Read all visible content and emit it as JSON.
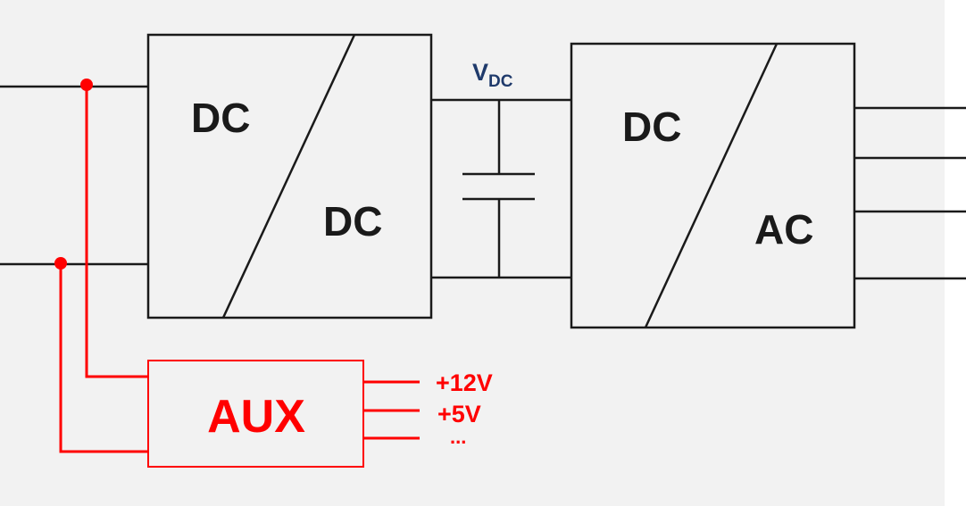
{
  "colors": {
    "background": "#f2f2f2",
    "page": "#ffffff",
    "wire": "#1a1a1a",
    "aux": "#ff0000",
    "vdc_label": "#1f3a6b"
  },
  "dcdc_converter": {
    "input_label": "DC",
    "output_label": "DC"
  },
  "dc_link": {
    "label_main": "V",
    "label_sub": "DC"
  },
  "inverter": {
    "input_label": "DC",
    "output_label": "AC"
  },
  "aux_supply": {
    "label": "AUX",
    "outputs": [
      "+12V",
      "+5V",
      "..."
    ]
  }
}
